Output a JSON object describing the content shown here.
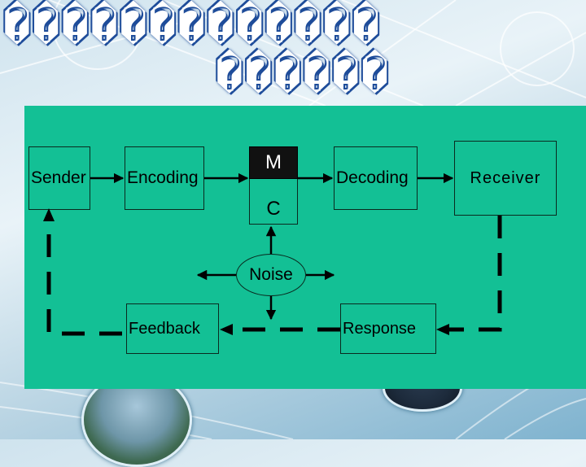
{
  "slide": {
    "title_line1": "�������������",
    "title_line2": "������"
  },
  "diagram": {
    "nodes": {
      "sender": "Sender",
      "encoding": "Encoding",
      "message": "M",
      "channel": "C",
      "decoding": "Decoding",
      "receiver": "Receiver",
      "noise": "Noise",
      "feedback": "Feedback",
      "response": "Response"
    },
    "edges": [
      {
        "from": "sender",
        "to": "encoding",
        "style": "solid"
      },
      {
        "from": "encoding",
        "to": "message",
        "style": "solid"
      },
      {
        "from": "message",
        "to": "decoding",
        "style": "solid"
      },
      {
        "from": "decoding",
        "to": "receiver",
        "style": "solid"
      },
      {
        "from": "noise",
        "to": "channel",
        "style": "solid"
      },
      {
        "from": "noise",
        "to": "left",
        "style": "solid"
      },
      {
        "from": "noise",
        "to": "right",
        "style": "solid"
      },
      {
        "from": "noise",
        "to": "down",
        "style": "solid"
      },
      {
        "from": "receiver",
        "to": "response",
        "style": "dashed"
      },
      {
        "from": "response",
        "to": "feedback",
        "style": "dashed"
      },
      {
        "from": "feedback",
        "to": "sender",
        "style": "dashed"
      }
    ],
    "colors": {
      "panel": "#13c095",
      "line": "#000000",
      "message_fill": "#111111"
    }
  }
}
